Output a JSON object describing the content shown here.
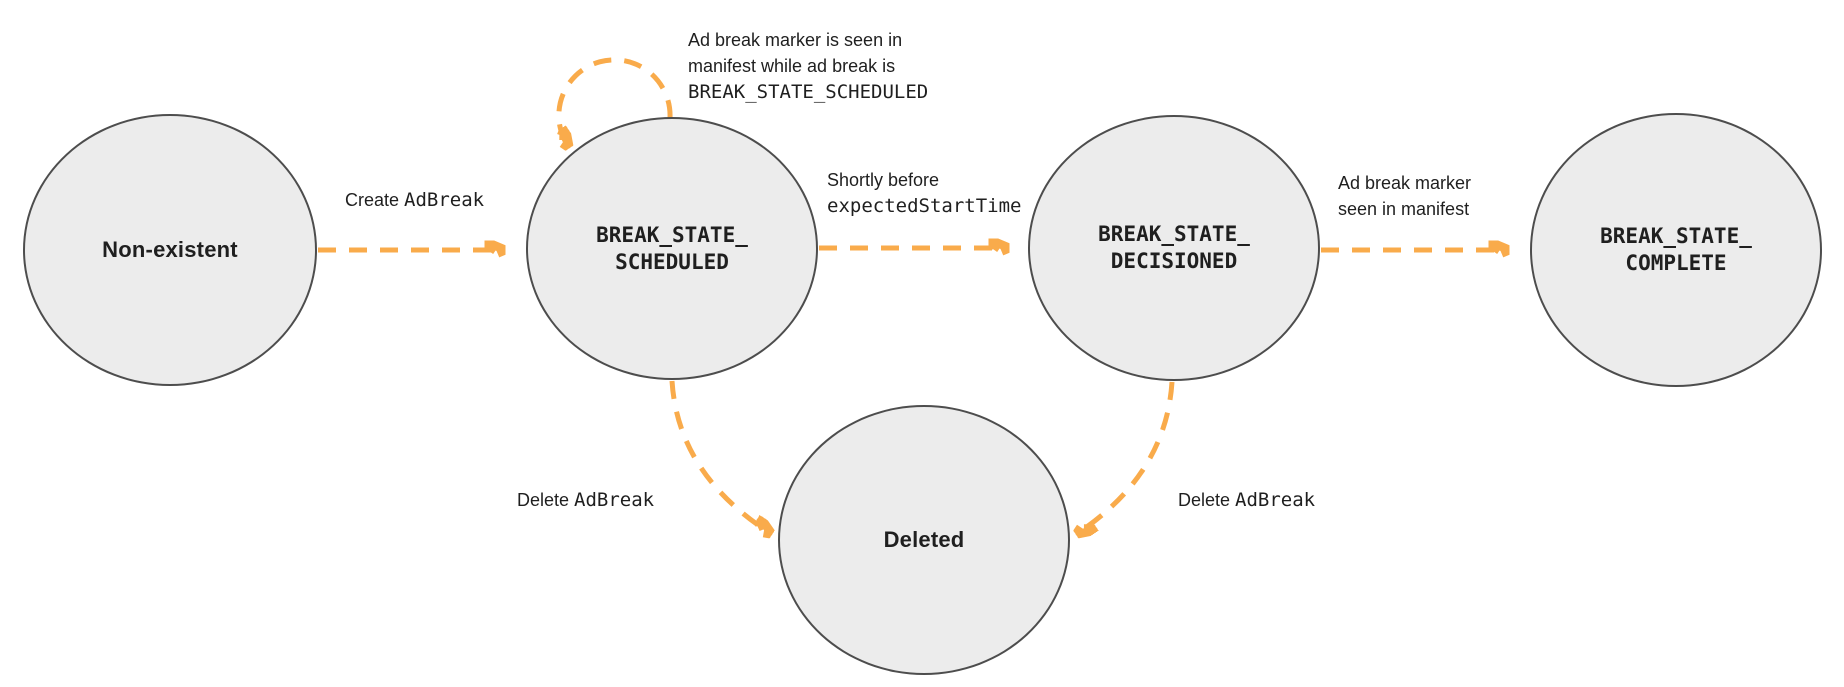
{
  "colors": {
    "accent_orange": "#F9AB4B",
    "node_fill": "#ECECEC",
    "node_stroke": "#4D4D4D",
    "text": "#1F1F1F"
  },
  "states": {
    "non_existent": {
      "label": "Non-existent"
    },
    "scheduled": {
      "line1": "BREAK_STATE_",
      "line2": "SCHEDULED"
    },
    "decisioned": {
      "line1": "BREAK_STATE_",
      "line2": "DECISIONED"
    },
    "complete": {
      "line1": "BREAK_STATE_",
      "line2": "COMPLETE"
    },
    "deleted": {
      "label": "Deleted"
    }
  },
  "transitions": {
    "create": {
      "sans": "Create ",
      "mono": "AdBreak"
    },
    "self_loop": {
      "line1": "Ad break marker is seen in",
      "line2": "manifest while ad break is",
      "line3_mono": "BREAK_STATE_SCHEDULED"
    },
    "to_decisioned": {
      "line1_sans": "Shortly before",
      "line2_mono": "expectedStartTime"
    },
    "to_complete": {
      "line1": "Ad break marker",
      "line2": "seen in manifest"
    },
    "delete_from_scheduled": {
      "sans": "Delete ",
      "mono": "AdBreak"
    },
    "delete_from_decisioned": {
      "sans": "Delete ",
      "mono": "AdBreak"
    }
  }
}
